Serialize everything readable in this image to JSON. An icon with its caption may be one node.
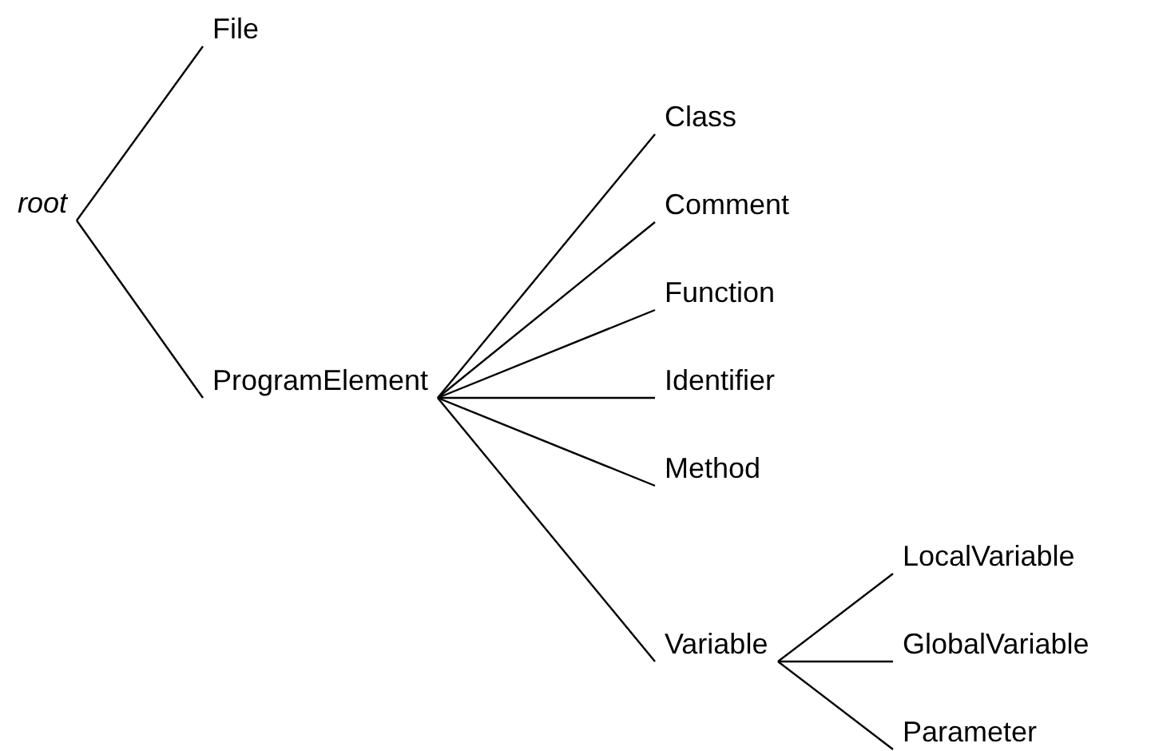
{
  "diagram": {
    "nodes": [
      {
        "text": [
          "root"
        ]
      },
      {
        "text": [
          "File"
        ]
      },
      {
        "text": [
          "ProgramElement"
        ]
      },
      {
        "text": [
          "Class"
        ]
      },
      {
        "text": [
          "Comment"
        ]
      },
      {
        "text": [
          "Function"
        ]
      },
      {
        "text": [
          "Identifier"
        ]
      },
      {
        "text": [
          "Method"
        ]
      },
      {
        "text": [
          "Variable"
        ]
      },
      {
        "text": [
          "LocalVariable"
        ]
      },
      {
        "text": [
          "GlobalVariable"
        ]
      },
      {
        "text": [
          "Parameter"
        ]
      }
    ],
    "edges": [
      {
        "from": 0,
        "to": 1,
        "arrow": "none"
      },
      {
        "from": 0,
        "to": 2,
        "arrow": "none"
      },
      {
        "from": 2,
        "to": 3,
        "arrow": "none"
      },
      {
        "from": 2,
        "to": 4,
        "arrow": "none"
      },
      {
        "from": 2,
        "to": 5,
        "arrow": "none"
      },
      {
        "from": 2,
        "to": 6,
        "arrow": "none"
      },
      {
        "from": 2,
        "to": 7,
        "arrow": "none"
      },
      {
        "from": 2,
        "to": 8,
        "arrow": "none"
      },
      {
        "from": 8,
        "to": 9,
        "arrow": "none"
      },
      {
        "from": 8,
        "to": 10,
        "arrow": "none"
      },
      {
        "from": 8,
        "to": 11,
        "arrow": "none"
      }
    ]
  }
}
